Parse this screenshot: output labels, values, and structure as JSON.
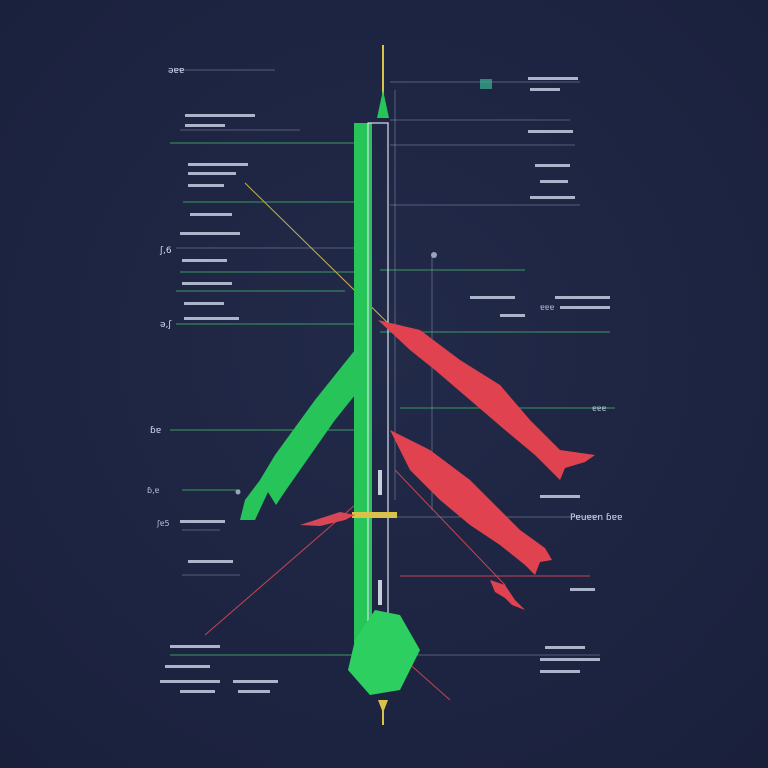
{
  "labels": {
    "top_left": "ǝɐɐ",
    "left_1": "ʃ,6",
    "left_2": "ǝ,ʃ",
    "left_3": "ɓɐ",
    "left_4": "ɓ,ɐ",
    "left_5": "ʃɐ5",
    "right_1": "Pɐuɐɐn ɓɐɐ",
    "right_2": "ɐɐɐ",
    "right_3": "ɐɐɐ"
  },
  "colors": {
    "background": "#1c2340",
    "green": "#27c45a",
    "red": "#e0434f",
    "yellow": "#d9c24a"
  }
}
